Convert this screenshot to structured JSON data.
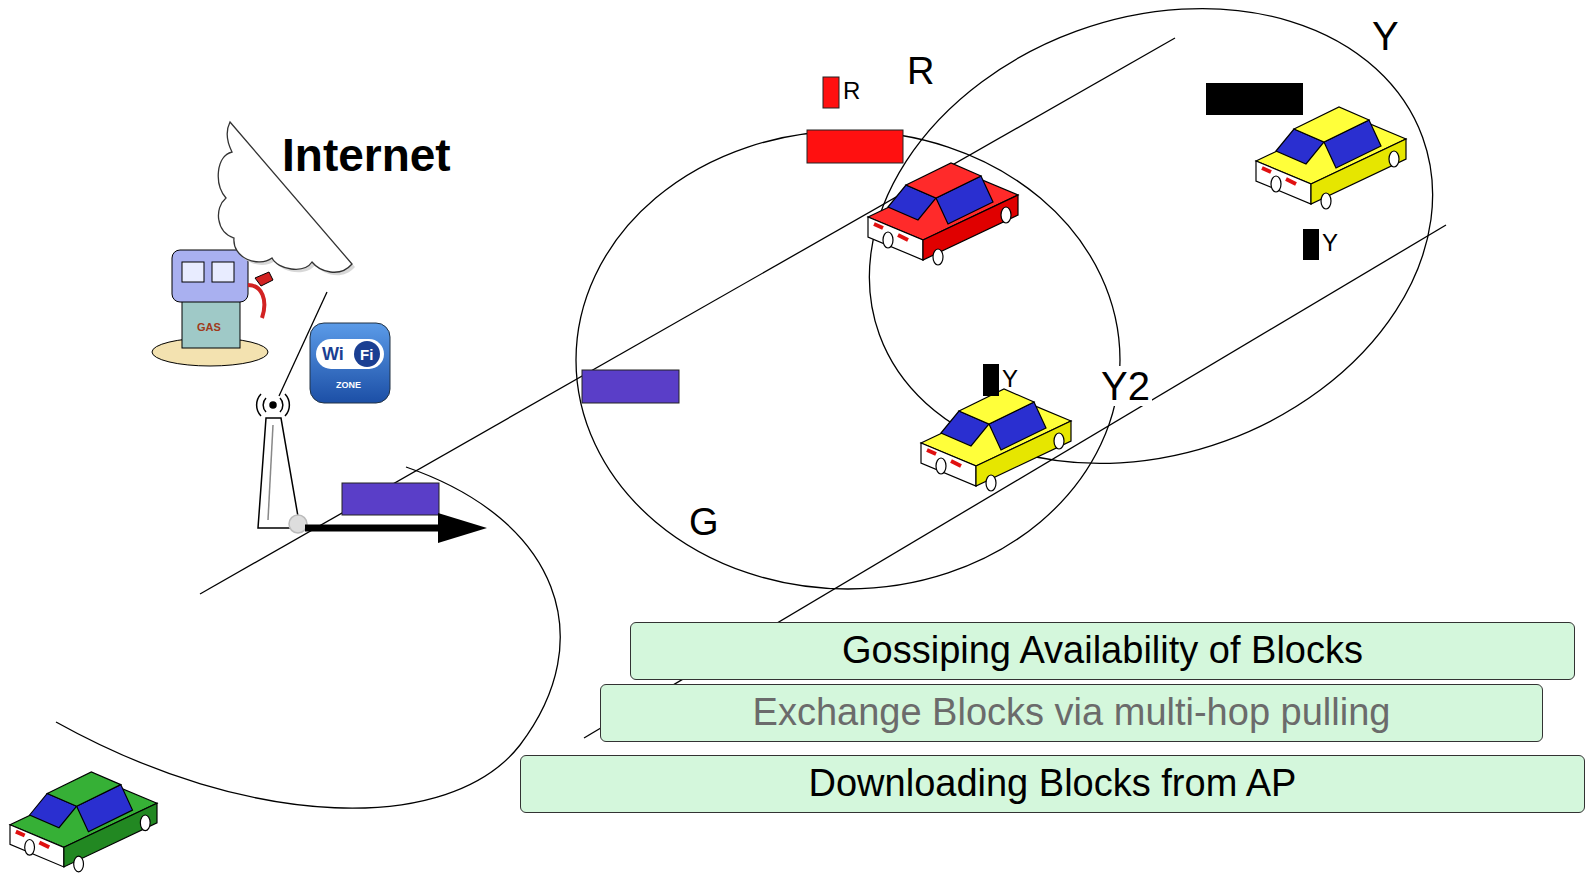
{
  "diagram": {
    "nodes": [
      {
        "text": [
          "Internet"
        ]
      },
      {
        "text": [
          "Gossiping Availability of Blocks"
        ]
      },
      {
        "text": [
          "Exchange Blocks via multi-hop pulling"
        ]
      },
      {
        "text": [
          "Downloading Blocks from AP"
        ]
      }
    ],
    "labels": [
      "Y",
      "R",
      "R",
      "Wi",
      "Fi",
      "ZONE",
      "GAS",
      "Y",
      "Y",
      "Y2",
      "G"
    ]
  }
}
